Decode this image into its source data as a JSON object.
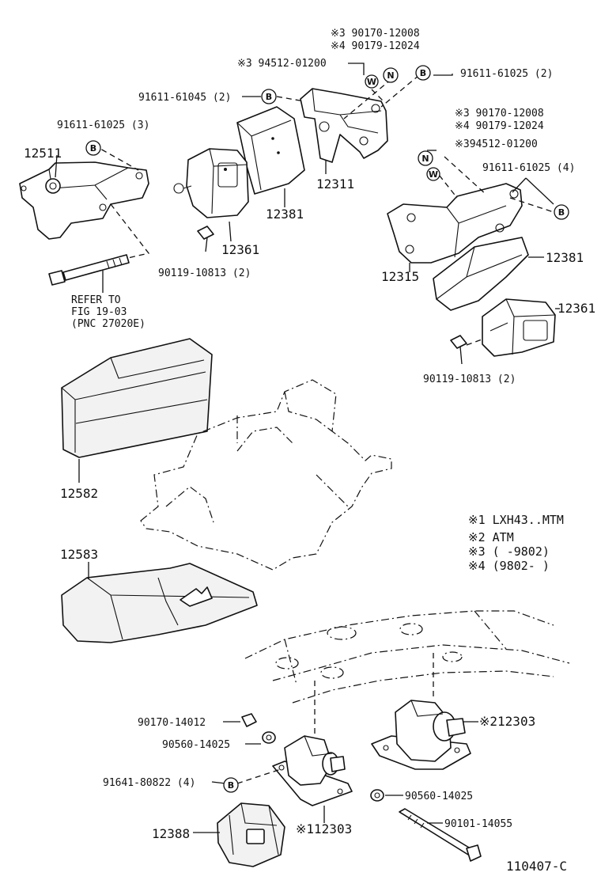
{
  "labels": {
    "p_90170_12008_a": "※3 90170-12008",
    "p_90179_12024_a": "※4 90179-12024",
    "p_94512_01200_a": "※3 94512-01200",
    "p_91611_61025_2": "91611-61025 (2)",
    "p_91611_61045_2": "91611-61045 (2)",
    "p_91611_61025_3": "91611-61025 (3)",
    "p_12511": "12511",
    "p_12311": "12311",
    "p_12381_a": "12381",
    "p_12361_a": "12361",
    "p_90119_10813_a": "90119-10813 (2)",
    "p_90170_12008_b": "※3 90170-12008",
    "p_90179_12024_b": "※4 90179-12024",
    "p_94512_01200_b": "※394512-01200",
    "p_91611_61025_4": "91611-61025 (4)",
    "p_12315": "12315",
    "p_12381_b": "12381",
    "p_12361_b": "12361",
    "p_90119_10813_b": "90119-10813 (2)",
    "refer_line1": "REFER TO",
    "refer_line2": "FIG 19-03",
    "refer_line3": "(PNC 27020E)",
    "p_12582": "12582",
    "p_12583": "12583",
    "p_90170_14012": "90170-14012",
    "p_90560_14025_a": "90560-14025",
    "p_91641_80822": "91641-80822 (4)",
    "p_12388": "12388",
    "p_112303": "※112303",
    "p_212303": "※212303",
    "p_90560_14025_b": "90560-14025",
    "p_90101_14055": "90101-14055",
    "figure_id": "110407-C"
  },
  "legend": {
    "items": [
      "※1 LXH43..MTM",
      "※2 ATM",
      "※3 (      -9802)",
      "※4 (9802-      )"
    ]
  },
  "symbols": {
    "bolt": "B",
    "nut": "N",
    "washer": "W"
  }
}
